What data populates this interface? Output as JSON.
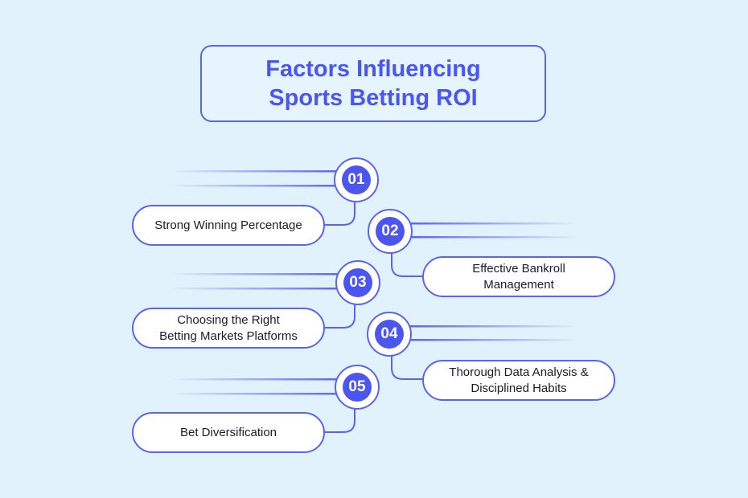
{
  "title": {
    "line1": "Factors Influencing",
    "line2": "Sports Betting ROI"
  },
  "factors": [
    {
      "number": "01",
      "line1": "Strong Winning Percentage",
      "line2": ""
    },
    {
      "number": "02",
      "line1": "Effective Bankroll",
      "line2": "Management"
    },
    {
      "number": "03",
      "line1": "Choosing the Right",
      "line2": "Betting Markets Platforms"
    },
    {
      "number": "04",
      "line1": "Thorough Data Analysis &",
      "line2": "Disciplined Habits"
    },
    {
      "number": "05",
      "line1": "Bet Diversification",
      "line2": ""
    }
  ],
  "colors": {
    "background": "#e2f2fc",
    "accent": "#4b55ef",
    "outline": "#5a63f2",
    "text": "#1b1b2e"
  }
}
